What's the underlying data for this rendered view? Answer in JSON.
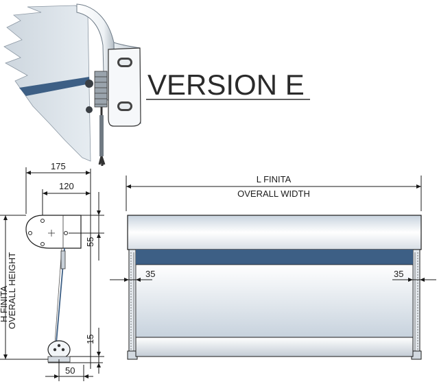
{
  "title": "VERSION E",
  "dimensions": {
    "d175": "175",
    "d120": "120",
    "d55": "55",
    "d15": "15",
    "d50": "50",
    "d35_left": "35",
    "d35_right": "35",
    "width_it": "L FINITA",
    "width_en": "OVERALL WIDTH",
    "height_it": "H FINITA",
    "height_en": "OVERALL HEIGHT"
  },
  "colors": {
    "fabric_band": "#3d5f85",
    "awning_grey": "#c9d2da",
    "line": "#1a1a1a"
  }
}
